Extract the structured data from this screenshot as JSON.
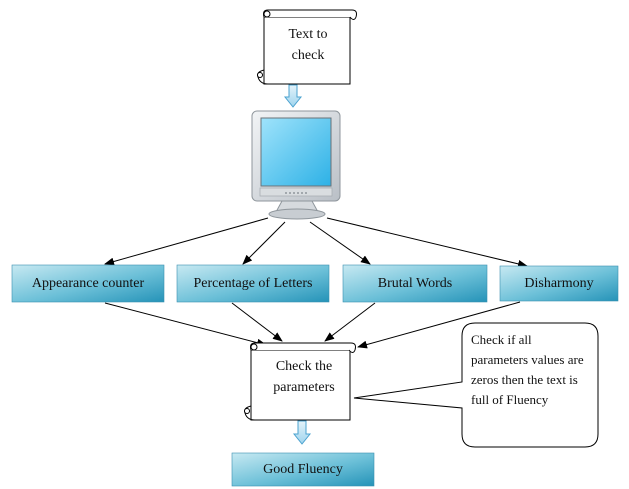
{
  "diagram": {
    "input_scroll": {
      "text": "Text to check"
    },
    "monitor": {
      "icon": "computer-monitor-icon"
    },
    "parameters": [
      {
        "label": "Appearance counter"
      },
      {
        "label": "Percentage of Letters"
      },
      {
        "label": "Brutal Words"
      },
      {
        "label": "Disharmony"
      }
    ],
    "check_scroll": {
      "text": "Check the parameters"
    },
    "callout": {
      "text": "Check if all parameters values are zeros then the text is full of Fluency"
    },
    "result": {
      "label": "Good Fluency"
    },
    "colors": {
      "box_fill_light": "#bfe4ee",
      "box_fill_dark": "#2f9ec0",
      "arrow_fill": "#bfe3f3",
      "arrow_stroke": "#4aa2cf",
      "line": "#000000",
      "screen": "#5ec9ef"
    }
  }
}
